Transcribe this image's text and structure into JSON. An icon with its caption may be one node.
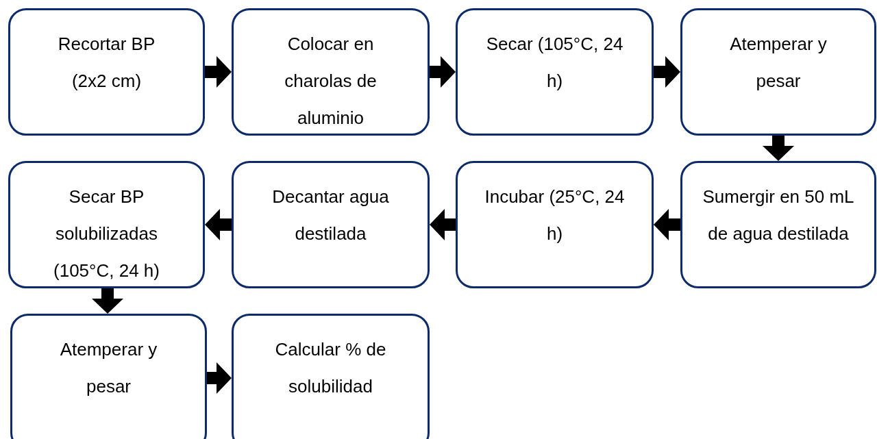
{
  "diagram": {
    "nodes": [
      {
        "text": [
          "Recortar BP (2x2 cm)"
        ]
      },
      {
        "text": [
          "Colocar en charolas de aluminio"
        ]
      },
      {
        "text": [
          "Secar (105°C, 24 h)"
        ]
      },
      {
        "text": [
          "Atemperar y pesar"
        ]
      },
      {
        "text": [
          "Secar BP solubilizadas (105°C, 24 h)"
        ]
      },
      {
        "text": [
          "Decantar agua destilada"
        ]
      },
      {
        "text": [
          "Incubar (25°C, 24 h)"
        ]
      },
      {
        "text": [
          "Sumergir en 50 mL de agua destilada"
        ]
      },
      {
        "text": [
          "Atemperar y pesar"
        ]
      },
      {
        "text": [
          "Calcular % de solubilidad"
        ]
      }
    ],
    "edges": [
      {
        "from": 0,
        "to": 1,
        "arrow": "to"
      },
      {
        "from": 1,
        "to": 2,
        "arrow": "to"
      },
      {
        "from": 2,
        "to": 3,
        "arrow": "to"
      },
      {
        "from": 3,
        "to": 7,
        "arrow": "to"
      },
      {
        "from": 7,
        "to": 6,
        "arrow": "to"
      },
      {
        "from": 6,
        "to": 5,
        "arrow": "to"
      },
      {
        "from": 5,
        "to": 4,
        "arrow": "to"
      },
      {
        "from": 4,
        "to": 8,
        "arrow": "to"
      },
      {
        "from": 8,
        "to": 9,
        "arrow": "to"
      }
    ]
  }
}
